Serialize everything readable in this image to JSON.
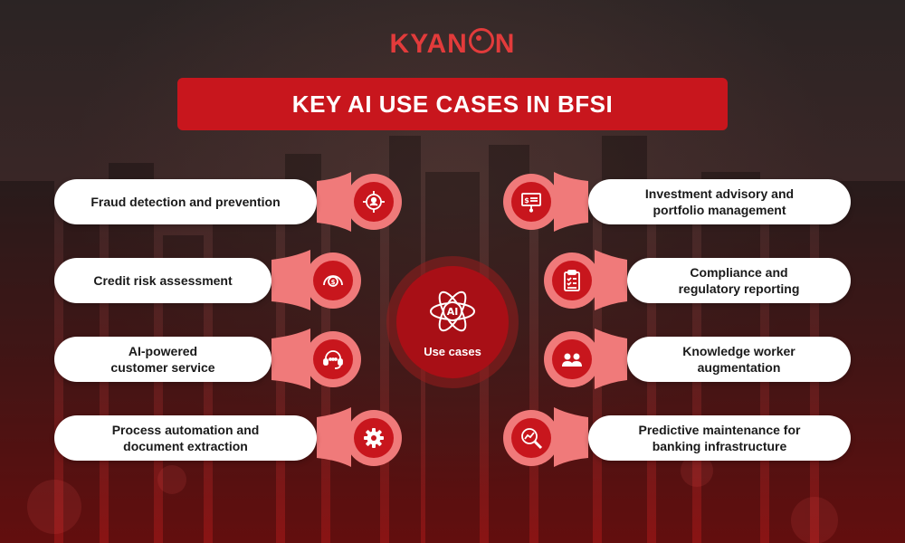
{
  "brand": {
    "logo_prefix": "KYAN",
    "logo_suffix": "N"
  },
  "title": "KEY AI USE CASES IN BFSI",
  "center": {
    "icon_text": "AI",
    "label": "Use cases",
    "icon": "atom-ai-icon"
  },
  "left_items": [
    {
      "label": "Fraud detection and prevention",
      "icon": "target-person-icon"
    },
    {
      "label": "Credit risk assessment",
      "icon": "gauge-dollar-icon"
    },
    {
      "label": "AI-powered\ncustomer service",
      "icon": "headset-icon"
    },
    {
      "label": "Process automation and\ndocument extraction",
      "icon": "gear-icon"
    }
  ],
  "right_items": [
    {
      "label": "Investment advisory and\nportfolio management",
      "icon": "presentation-dollar-icon"
    },
    {
      "label": "Compliance and\nregulatory reporting",
      "icon": "clipboard-checklist-icon"
    },
    {
      "label": "Knowledge worker\naugmentation",
      "icon": "users-icon"
    },
    {
      "label": "Predictive maintenance for\nbanking infrastructure",
      "icon": "magnifier-chart-icon"
    }
  ],
  "colors": {
    "accent": "#c8161d",
    "badge_ring": "#f07a7a",
    "pill": "#ffffff"
  }
}
